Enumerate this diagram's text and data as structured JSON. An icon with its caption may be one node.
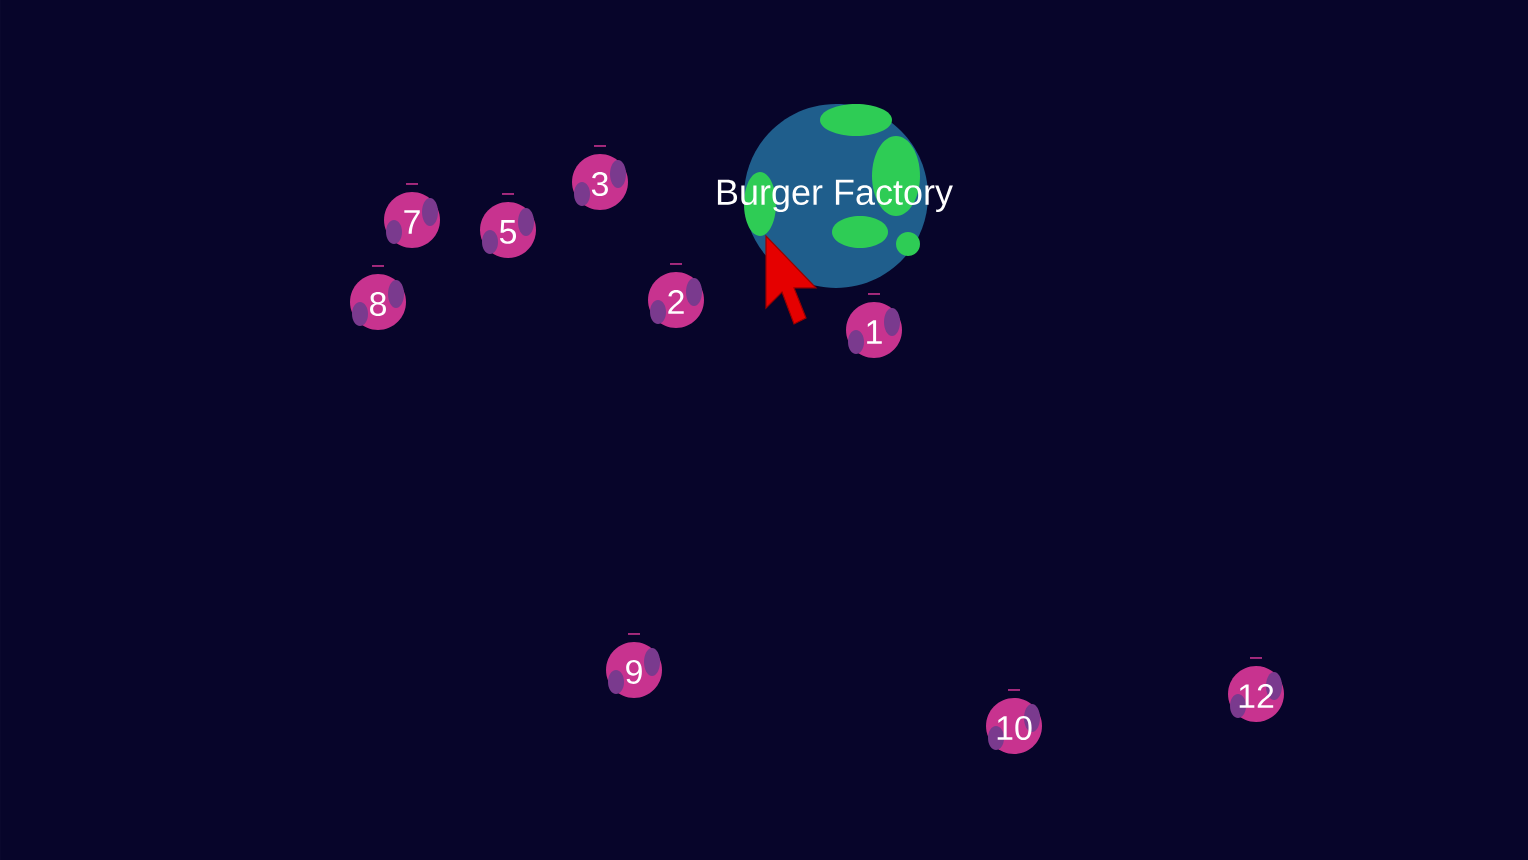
{
  "diagram": {
    "nodes": [
      {
        "text": [
          "Burger Factory"
        ]
      },
      {
        "text": [
          "3"
        ]
      },
      {
        "text": [
          "7"
        ]
      },
      {
        "text": [
          "5"
        ]
      },
      {
        "text": [
          "2"
        ]
      },
      {
        "text": [
          "8"
        ]
      },
      {
        "text": [
          "1"
        ]
      },
      {
        "text": [
          "9"
        ]
      },
      {
        "text": [
          "12"
        ]
      },
      {
        "text": [
          "10"
        ]
      }
    ]
  }
}
